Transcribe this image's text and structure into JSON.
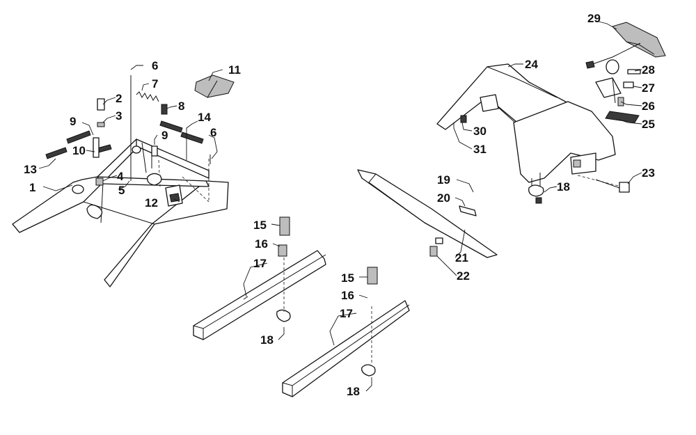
{
  "diagram": {
    "callouts": [
      {
        "id": "c1",
        "label": "1"
      },
      {
        "id": "c2",
        "label": "2"
      },
      {
        "id": "c3",
        "label": "3"
      },
      {
        "id": "c4",
        "label": "4"
      },
      {
        "id": "c5",
        "label": "5"
      },
      {
        "id": "c6a",
        "label": "6"
      },
      {
        "id": "c6b",
        "label": "6"
      },
      {
        "id": "c7",
        "label": "7"
      },
      {
        "id": "c8",
        "label": "8"
      },
      {
        "id": "c9a",
        "label": "9"
      },
      {
        "id": "c9b",
        "label": "9"
      },
      {
        "id": "c10",
        "label": "10"
      },
      {
        "id": "c11",
        "label": "11"
      },
      {
        "id": "c12",
        "label": "12"
      },
      {
        "id": "c13",
        "label": "13"
      },
      {
        "id": "c14",
        "label": "14"
      },
      {
        "id": "c15a",
        "label": "15"
      },
      {
        "id": "c15b",
        "label": "15"
      },
      {
        "id": "c16a",
        "label": "16"
      },
      {
        "id": "c16b",
        "label": "16"
      },
      {
        "id": "c17a",
        "label": "17"
      },
      {
        "id": "c17b",
        "label": "17"
      },
      {
        "id": "c18a",
        "label": "18"
      },
      {
        "id": "c18b",
        "label": "18"
      },
      {
        "id": "c18c",
        "label": "18"
      },
      {
        "id": "c19",
        "label": "19"
      },
      {
        "id": "c20",
        "label": "20"
      },
      {
        "id": "c21",
        "label": "21"
      },
      {
        "id": "c22",
        "label": "22"
      },
      {
        "id": "c23",
        "label": "23"
      },
      {
        "id": "c24",
        "label": "24"
      },
      {
        "id": "c25",
        "label": "25"
      },
      {
        "id": "c26",
        "label": "26"
      },
      {
        "id": "c27",
        "label": "27"
      },
      {
        "id": "c28",
        "label": "28"
      },
      {
        "id": "c29",
        "label": "29"
      },
      {
        "id": "c30",
        "label": "30"
      },
      {
        "id": "c31",
        "label": "31"
      }
    ]
  }
}
